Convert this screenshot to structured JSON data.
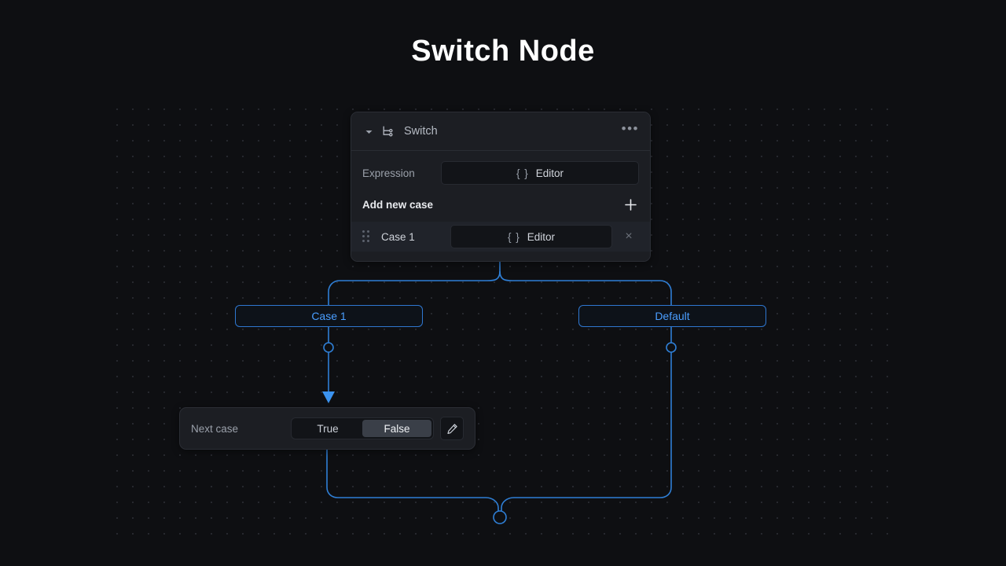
{
  "page": {
    "title": "Switch Node",
    "background_color": "#0e0f12",
    "accent_color": "#4a9eff"
  },
  "switch_node": {
    "header": {
      "title": "Switch",
      "collapse_icon": "caret-down-icon",
      "type_icon": "switch-branch-icon",
      "menu_label": "•••"
    },
    "expression_row": {
      "label": "Expression",
      "editor_braces": "{ }",
      "editor_label": "Editor"
    },
    "add_case_row": {
      "label": "Add new case",
      "plus_label": "+"
    },
    "cases": [
      {
        "label": "Case 1",
        "editor_braces": "{ }",
        "editor_label": "Editor",
        "remove_label": "×"
      }
    ]
  },
  "branches": [
    {
      "label": "Case 1"
    },
    {
      "label": "Default"
    }
  ],
  "next_case_node": {
    "label": "Next case",
    "options": [
      {
        "label": "True",
        "selected": false
      },
      {
        "label": "False",
        "selected": true
      }
    ],
    "edit_icon": "pencil-icon"
  }
}
